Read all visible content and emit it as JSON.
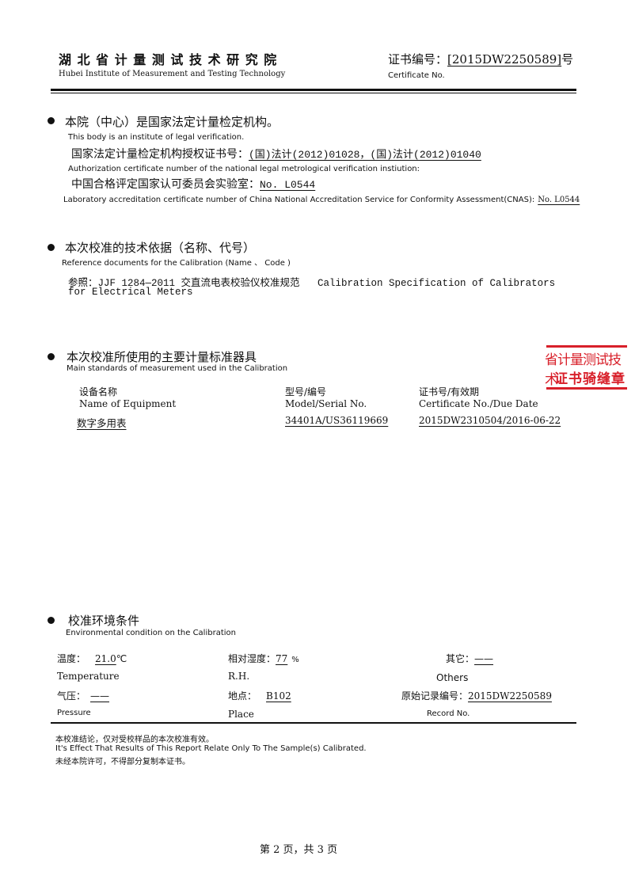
{
  "header": {
    "institute_cn": "湖 北 省 计 量 测 试 技 术 研 究 院",
    "institute_en": "Hubei Institute of Measurement and Testing Technology",
    "cert_no_label_cn": "证书编号：",
    "cert_no_value": "[2015DW2250589]",
    "cert_no_suffix": "号",
    "cert_no_label_en": "Certificate No."
  },
  "authority": {
    "title_cn": "本院（中心）是国家法定计量检定机构。",
    "title_en": "This body is an institute of legal verification.",
    "auth_label_cn": "国家法定计量检定机构授权证书号：",
    "auth_value": "(国)法计(2012)01028，(国)法计(2012)01040",
    "auth_label_en": "Authorization certificate number of the national legal metrological verification instiution:",
    "cnas_label_cn": "中国合格评定国家认可委员会实验室：",
    "cnas_value": "No. L0544",
    "cnas_label_en": "Laboratory accreditation certificate number of China National Accreditation Service for Conformity Assessment(CNAS):",
    "cnas_value_en": "No. L0544"
  },
  "reference": {
    "title_cn": "本次校准的技术依据（名称、代号）",
    "title_en": "Reference documents for the Calibration (Name 、 Code )",
    "line1": "参照：JJF 1284—2011 交直流电表校验仪校准规范   Calibration Specification of Calibrators",
    "line2": "for Electrical Meters"
  },
  "standards": {
    "title_cn": "本次校准所使用的主要计量标准器具",
    "title_en": "Main standards of measurement used in the Calibration",
    "col1_cn": "设备名称",
    "col1_en": "Name of Equipment",
    "col2_cn": "型号/编号",
    "col2_en": "Model/Serial No.",
    "col3_cn": "证书号/有效期",
    "col3_en": "Certificate No./Due Date",
    "rows": [
      {
        "name": "数字多用表",
        "model": "34401A/US36119669",
        "cert": "2015DW2310504/2016-06-22"
      }
    ]
  },
  "stamp": {
    "line1": "省计量测试技术",
    "line2": "证书骑缝章"
  },
  "environment": {
    "title_cn": "校准环境条件",
    "title_en": "Environmental condition on the Calibration",
    "temp_label_cn": "温度：",
    "temp_value": "21.0",
    "temp_unit": "℃",
    "temp_label_en": "Temperature",
    "rh_label_cn": "相对湿度：",
    "rh_value": "77",
    "rh_unit": "%",
    "rh_label_en": "R.H.",
    "other_label_cn": "其它：",
    "other_value": "——",
    "other_label_en": "Others",
    "pressure_label_cn": "气压：",
    "pressure_value": "——",
    "pressure_label_en": "Pressure",
    "place_label_cn": "地点：",
    "place_value": "B102",
    "place_label_en": "Place",
    "record_label_cn": "原始记录编号：",
    "record_value": "2015DW2250589",
    "record_label_en": "Record No."
  },
  "notes": {
    "line1": "本校准结论，仅对受校样品的本次校准有效。",
    "line2": "It's Effect That Results of This Report Relate Only To The Sample(s) Calibrated.",
    "line3": "未经本院许可，不得部分复制本证书。"
  },
  "footer": {
    "page": "第 2 页，共 3 页"
  }
}
